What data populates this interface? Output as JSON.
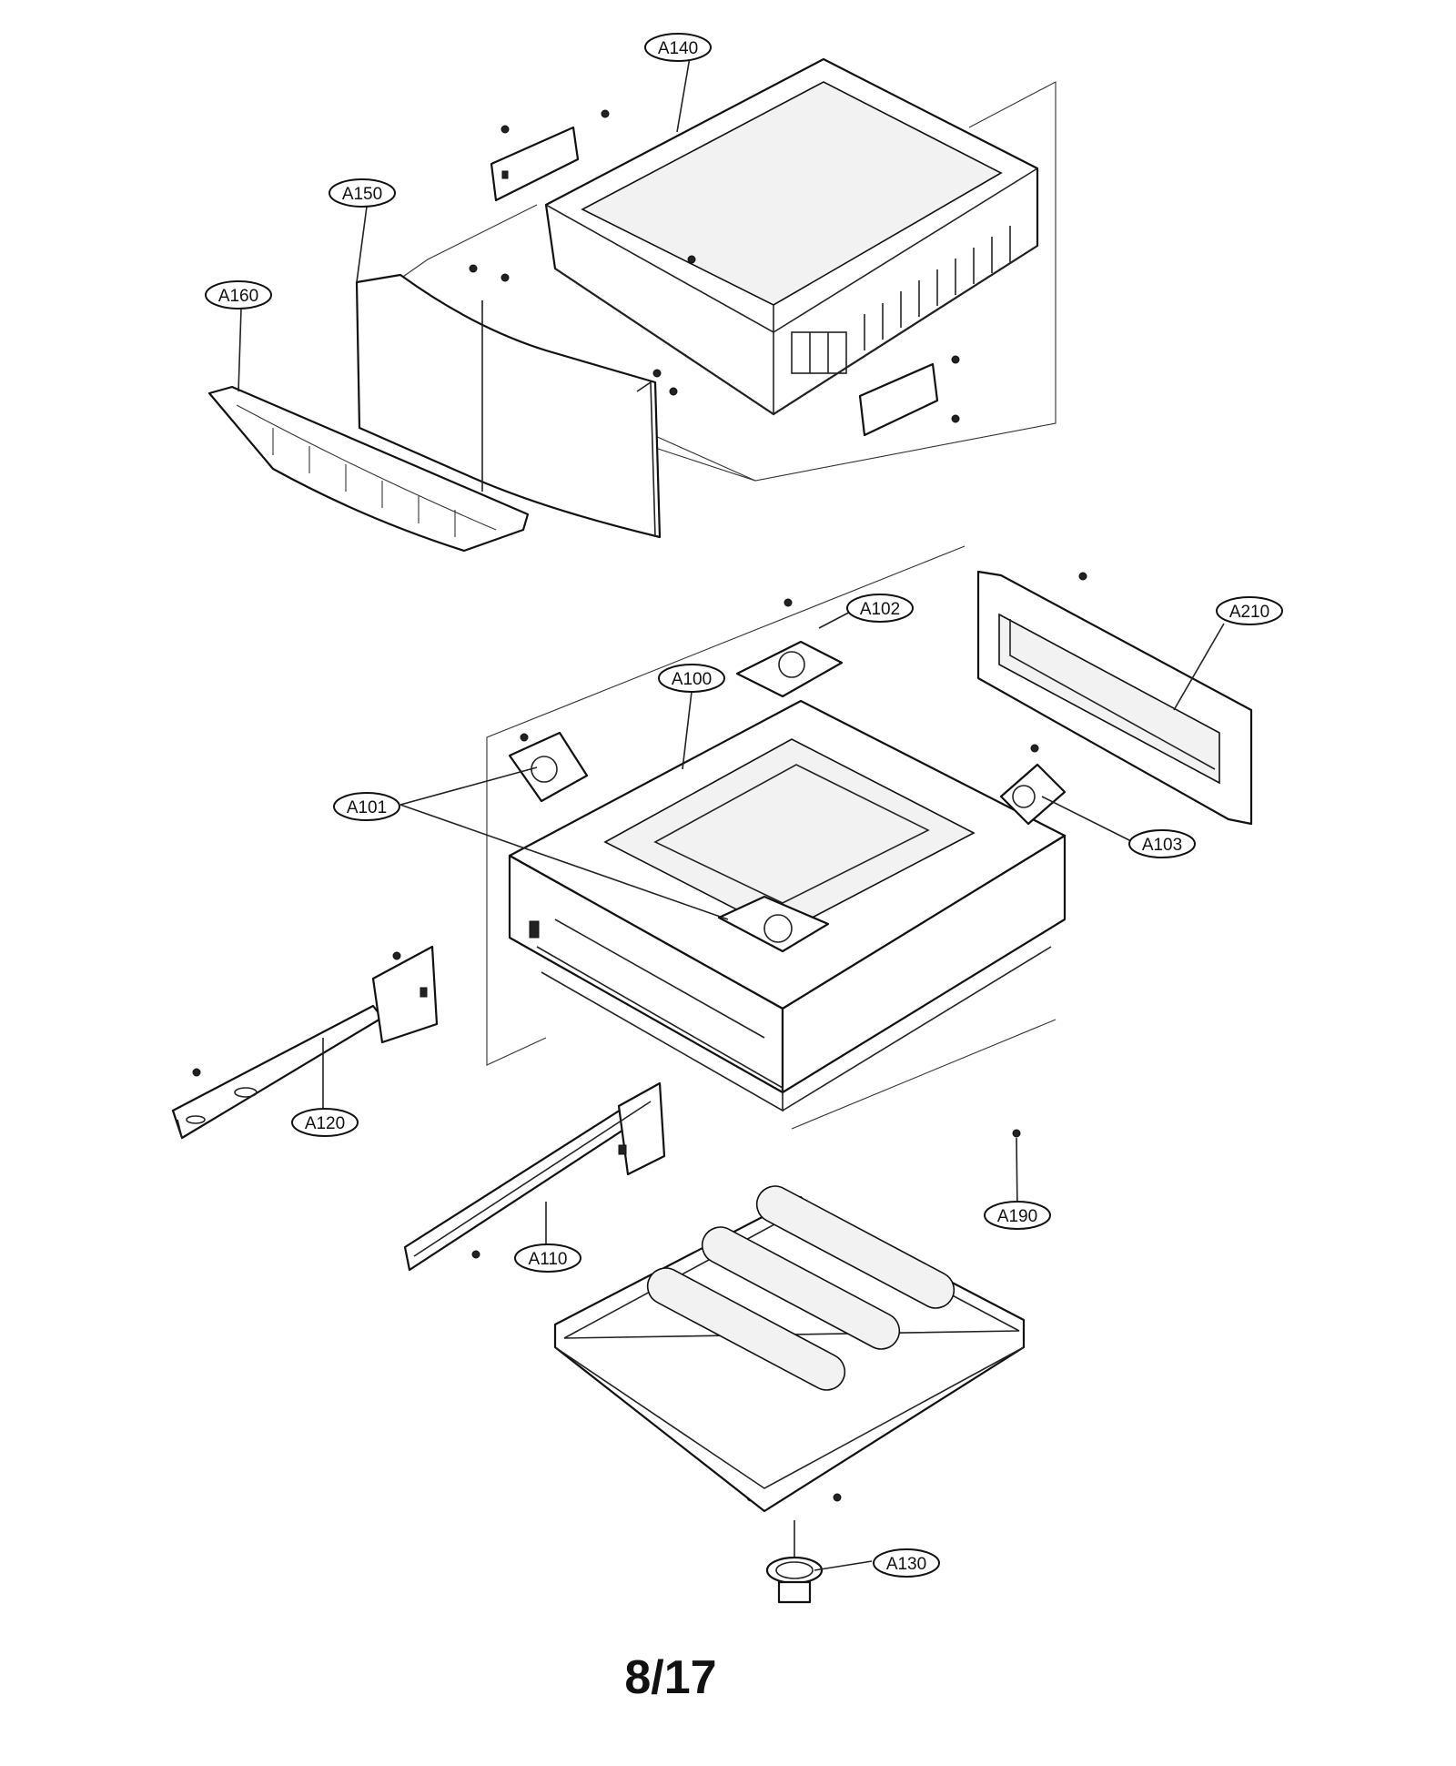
{
  "callouts": {
    "a140": "A140",
    "a150": "A150",
    "a160": "A160",
    "a102": "A102",
    "a210": "A210",
    "a100": "A100",
    "a101": "A101",
    "a103": "A103",
    "a120": "A120",
    "a190": "A190",
    "a110": "A110",
    "a130": "A130"
  },
  "page_number": "8/17"
}
